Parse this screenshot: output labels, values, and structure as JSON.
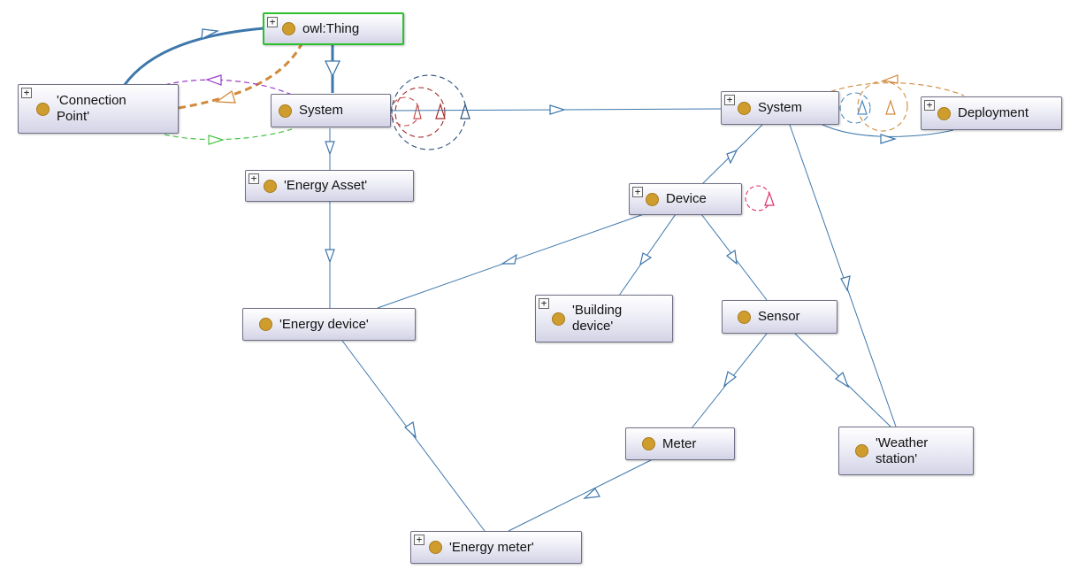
{
  "colors": {
    "subclass_edge": "#3e77ab",
    "node_dot": "#cf9d2e",
    "root_border": "#2ec12e",
    "prop_purple": "#9a3cc8",
    "prop_orange": "#d08a3c",
    "prop_green": "#4cc44c",
    "prop_navy": "#2b4f7a",
    "prop_darkred": "#a02a2a",
    "prop_magenta": "#e0306a",
    "prop_lightblue": "#4a8cc2"
  },
  "icons": {
    "expander": "plus-box-icon",
    "class": "class-dot-icon"
  },
  "expander_glyph": "+",
  "nodes": [
    {
      "id": "thing",
      "label": "owl:Thing",
      "expandable": true,
      "root": true
    },
    {
      "id": "cp",
      "label": "'Connection\nPoint'",
      "expandable": true
    },
    {
      "id": "sys1",
      "label": "System",
      "expandable": false
    },
    {
      "id": "asset",
      "label": "'Energy Asset'",
      "expandable": true
    },
    {
      "id": "edev",
      "label": "'Energy device'",
      "expandable": false
    },
    {
      "id": "emeter",
      "label": "'Energy meter'",
      "expandable": true
    },
    {
      "id": "sys2",
      "label": "System",
      "expandable": true
    },
    {
      "id": "deploy",
      "label": "Deployment",
      "expandable": true
    },
    {
      "id": "device",
      "label": "Device",
      "expandable": true
    },
    {
      "id": "bdev",
      "label": "'Building\ndevice'",
      "expandable": true
    },
    {
      "id": "sensor",
      "label": "Sensor",
      "expandable": false
    },
    {
      "id": "meter",
      "label": "Meter",
      "expandable": false
    },
    {
      "id": "wstation",
      "label": "'Weather\nstation'",
      "expandable": false
    }
  ]
}
